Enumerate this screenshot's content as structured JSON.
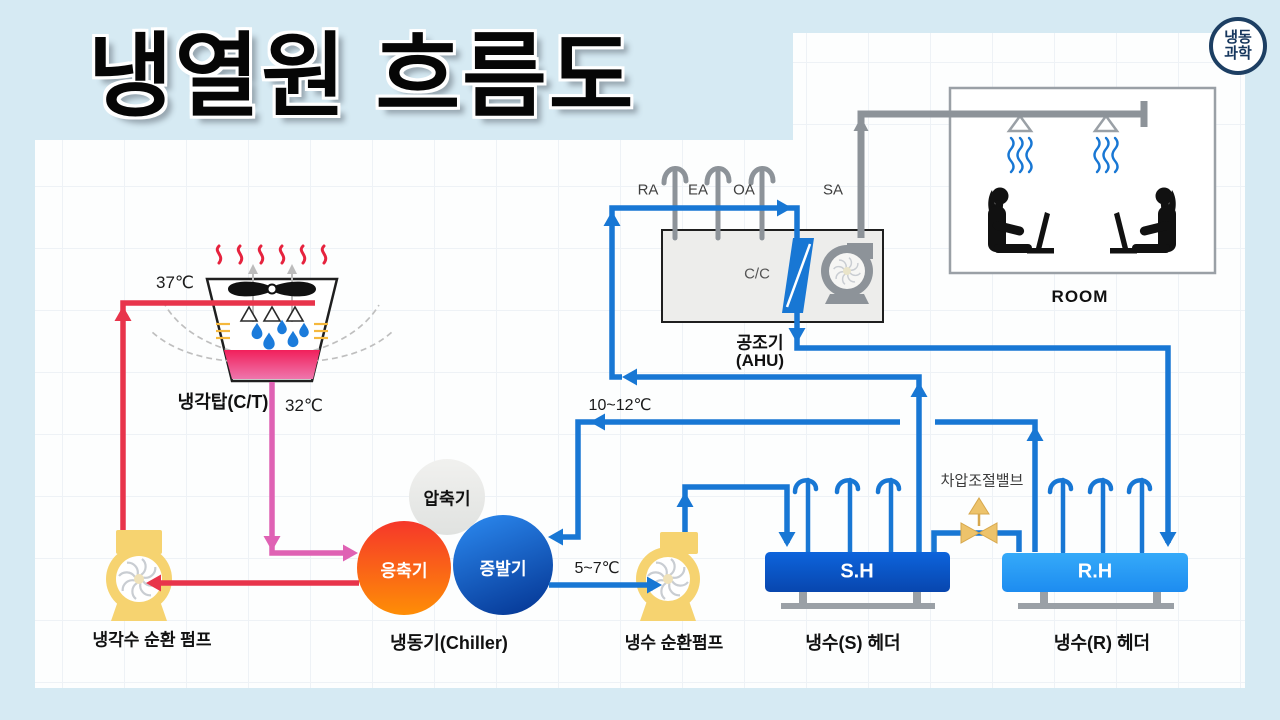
{
  "title": "냉열원 흐름도",
  "logo": {
    "line1": "냉동",
    "line2": "과학"
  },
  "cooling_tower": {
    "label": "냉각탑(C/T)",
    "temp_to_tower": "37℃",
    "temp_from_tower": "32℃"
  },
  "pumps": {
    "cooling_water_pump": "냉각수 순환 펌프",
    "chilled_water_pump": "냉수 순환펌프"
  },
  "chiller": {
    "label": "냉동기(Chiller)",
    "compressor": "압축기",
    "condenser": "응축기",
    "evaporator": "증발기"
  },
  "temps": {
    "chilled_supply": "5~7℃",
    "chilled_return": "10~12℃"
  },
  "ahu": {
    "name": "공조기",
    "abbr": "(AHU)",
    "coil": "C/C",
    "vent_ra": "RA",
    "vent_ea": "EA",
    "vent_oa": "OA",
    "vent_sa": "SA"
  },
  "room": {
    "label": "ROOM"
  },
  "headers": {
    "supply_tag": "S.H",
    "supply_label": "냉수(S) 헤더",
    "return_tag": "R.H",
    "return_label": "냉수(R) 헤더"
  },
  "valve": {
    "label": "차압조절밸브"
  },
  "colors": {
    "background": "#d6eaf3",
    "panel": "#fdfefe",
    "pipe_chilled": "#1877d4",
    "pipe_cooling_hot": "#e8344b",
    "pipe_cooling_warm": "#df62b4",
    "pump_body": "#f6d370",
    "valve": "#edc36b",
    "supply_header": "#0d64dc",
    "return_header": "#35aaf9",
    "duct_gray": "#8d9399"
  }
}
